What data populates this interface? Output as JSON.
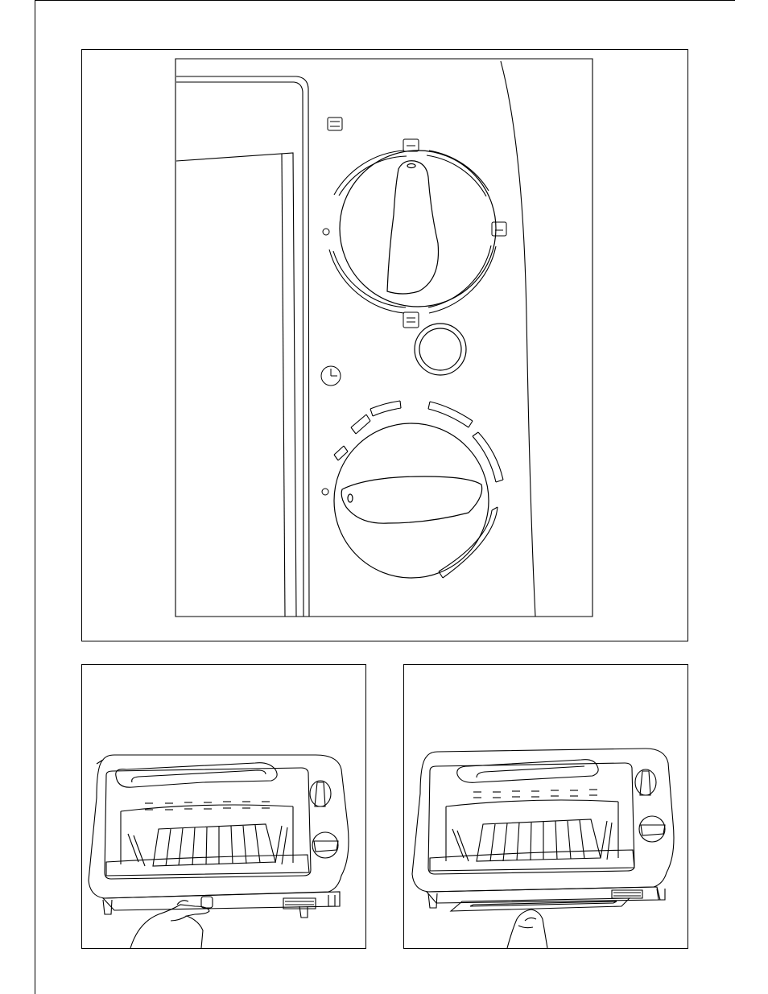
{
  "document": {
    "figures": [
      {
        "id": "control-panel-closeup",
        "icons": [
          "top-heat-icon",
          "bottom-heat-icon",
          "top-bottom-heat-icon",
          "timer-clock-icon",
          "indicator-light"
        ]
      },
      {
        "id": "crumb-tray-release",
        "icons": [
          "toaster-oven",
          "hand"
        ]
      },
      {
        "id": "crumb-tray-removal",
        "icons": [
          "toaster-oven",
          "hand",
          "crumb-tray"
        ]
      }
    ]
  }
}
